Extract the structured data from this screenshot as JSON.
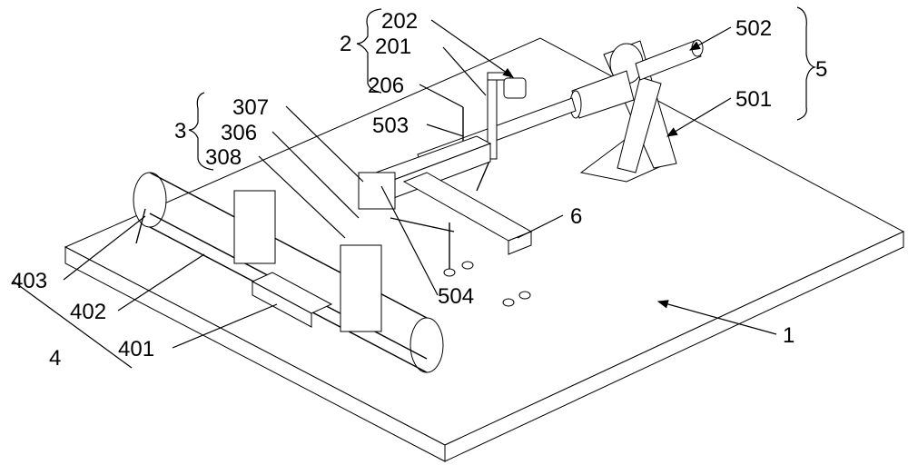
{
  "figure": {
    "labels": {
      "l202": "202",
      "l2": "2",
      "l201": "201",
      "l206": "206",
      "l502": "502",
      "l5": "5",
      "l307": "307",
      "l3": "3",
      "l306": "306",
      "l308": "308",
      "l503": "503",
      "l501": "501",
      "l6": "6",
      "l403": "403",
      "l402": "402",
      "l504": "504",
      "l4": "4",
      "l401": "401",
      "l1": "1"
    }
  }
}
